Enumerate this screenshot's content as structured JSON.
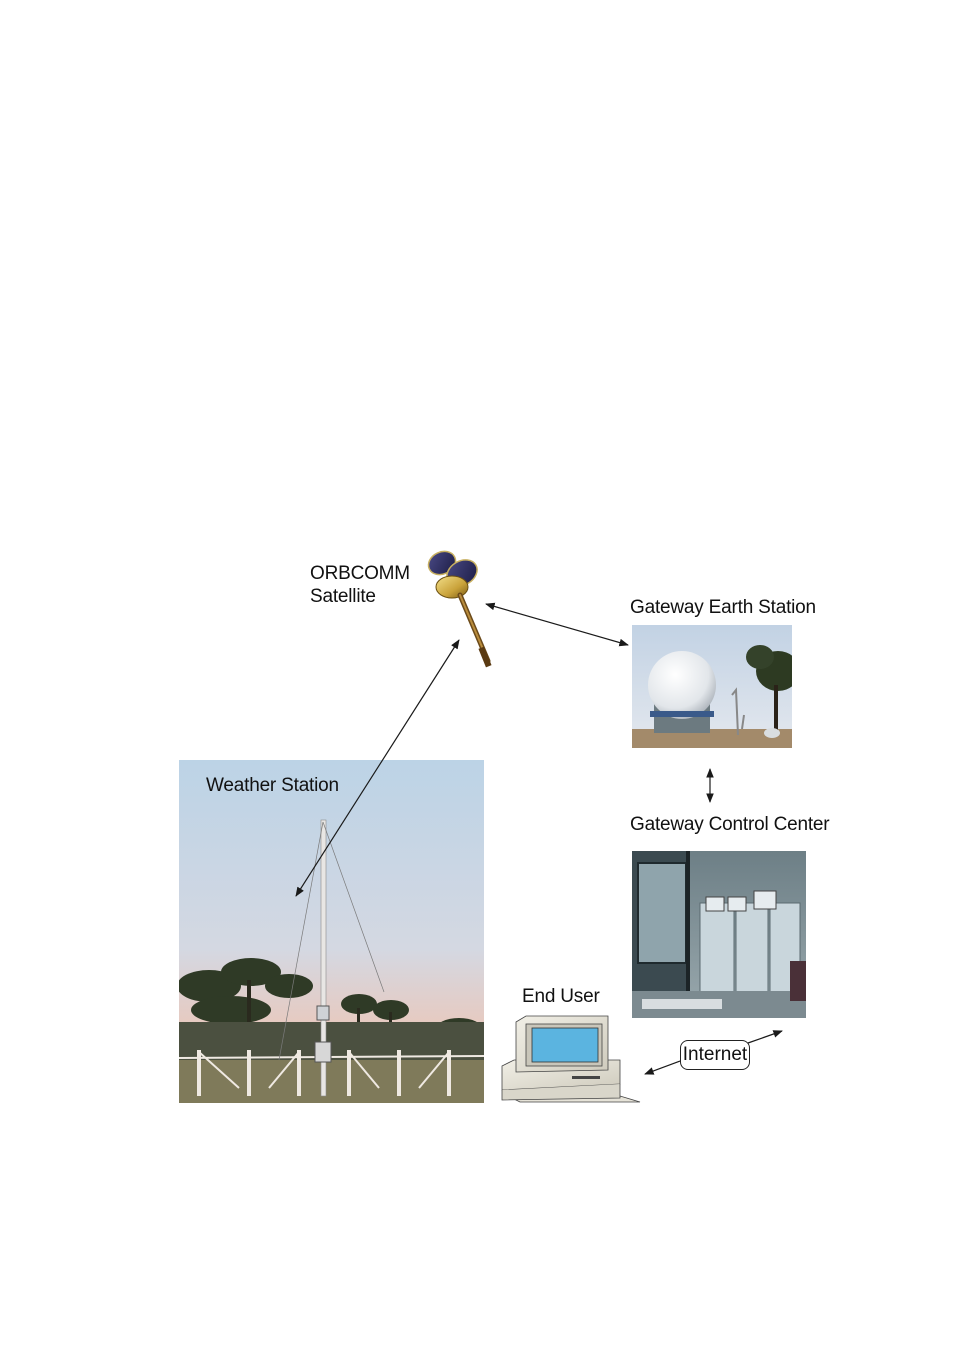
{
  "diagram": {
    "satellite_label_line1": "ORBCOMM",
    "satellite_label_line2": "Satellite",
    "earth_station_label": "Gateway Earth Station",
    "control_center_label": "Gateway Control Center",
    "weather_station_label": "Weather Station",
    "end_user_label": "End User",
    "internet_label": "Internet"
  },
  "icons": {
    "satellite": "satellite-icon",
    "earth_station": "radome-photo",
    "control_center": "control-room-photo",
    "weather_station": "weather-mast-photo",
    "end_user": "desktop-computer-icon"
  },
  "colors": {
    "arrow": "#1a1a1a",
    "monitor_screen": "#5bb4e0",
    "sky_top": "#bcd3e6",
    "sky_bottom": "#e9c8bc"
  }
}
